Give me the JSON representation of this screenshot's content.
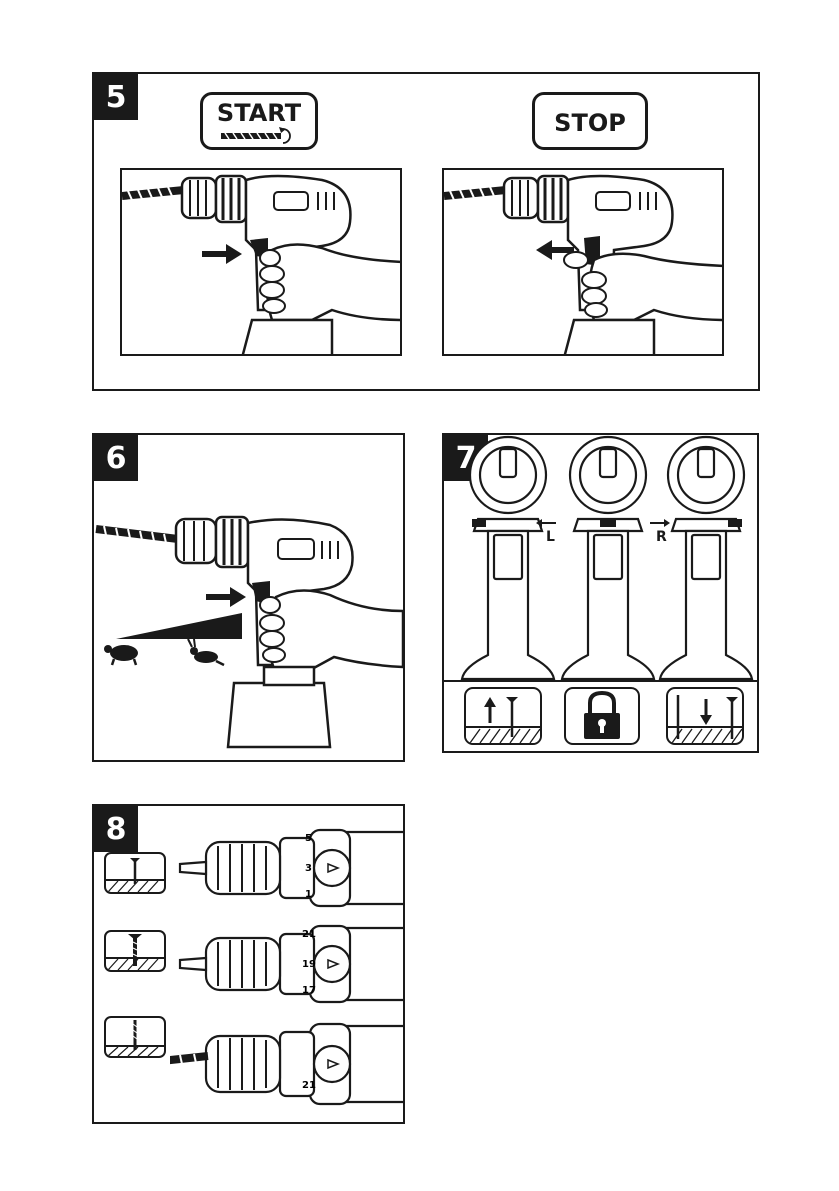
{
  "panel5": {
    "number": "5",
    "start_label": "START",
    "stop_label": "STOP"
  },
  "panel6": {
    "number": "6"
  },
  "panel7": {
    "number": "7",
    "left_label": "L",
    "right_label": "R"
  },
  "panel8": {
    "number": "8",
    "settings": [
      {
        "dial_top": "5",
        "dial_mid": "3",
        "dial_bottom": "1"
      },
      {
        "dial_top": "21",
        "dial_mid": "19",
        "dial_bottom": "17"
      },
      {
        "dial_top": "",
        "dial_mid": "",
        "dial_bottom": "21"
      }
    ]
  },
  "icons": {
    "drill_bit": "drill-bit-icon",
    "rotation": "rotation-arrow-icon",
    "turtle": "turtle-icon",
    "rabbit": "rabbit-icon",
    "lock": "padlock-icon",
    "screw_out": "screw-out-icon",
    "screw_in": "screw-in-icon"
  }
}
